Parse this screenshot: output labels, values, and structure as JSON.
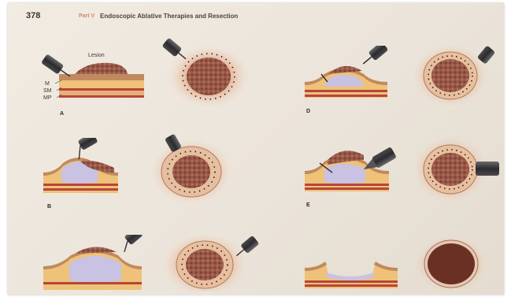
{
  "header": {
    "page_number": "378",
    "part": "Part V",
    "title": "Endoscopic Ablative Therapies and Resection"
  },
  "annotations": {
    "lesion": "Lesion",
    "m": "M",
    "sm": "SM",
    "mp": "MP"
  },
  "figure_labels": {
    "a": "A",
    "b": "B",
    "d": "D",
    "e": "E"
  },
  "colors": {
    "mucosa": "#c08a5e",
    "submucosa": "#efc27a",
    "muscularis_red": "#b8453a",
    "lesion": "#9a5a48",
    "halo": "#e4a37e",
    "injection": "#c9c2e2",
    "endoscope": "#3a3a3c"
  }
}
